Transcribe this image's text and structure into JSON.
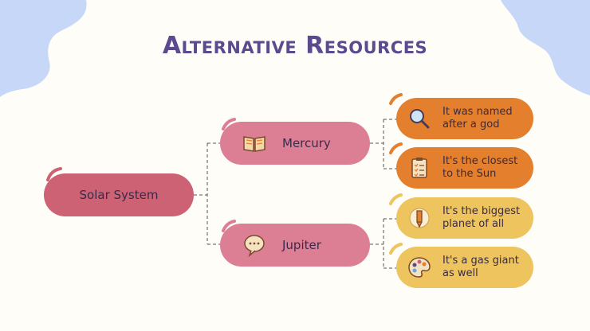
{
  "title": "Alternative Resources",
  "root": {
    "label": "Solar System"
  },
  "branches": [
    {
      "label": "Mercury",
      "icon": "book-icon",
      "children": [
        {
          "text": "It was named after a god",
          "line1": "It was named",
          "line2": "after a god",
          "icon": "magnifier-icon",
          "color": "#e47f2e"
        },
        {
          "text": "It's the closest to the Sun",
          "line1": "It's the closest",
          "line2": "to the Sun",
          "icon": "checklist-icon",
          "color": "#e47f2e"
        }
      ]
    },
    {
      "label": "Jupiter",
      "icon": "speech-bubble-icon",
      "children": [
        {
          "text": "It's the biggest planet of all",
          "line1": "It's the biggest",
          "line2": "planet of all",
          "icon": "pencil-icon",
          "color": "#eec45f"
        },
        {
          "text": "It's a gas giant as well",
          "line1": "It's a gas giant",
          "line2": "as well",
          "icon": "palette-icon",
          "color": "#eec45f"
        }
      ]
    }
  ],
  "colors": {
    "title": "#5b4a8e",
    "root": "#cd6275",
    "branch": "#dd7f94",
    "leaf_orange": "#e47f2e",
    "leaf_yellow": "#eec45f",
    "blob": "#c7d7f7",
    "connector": "#555555"
  }
}
